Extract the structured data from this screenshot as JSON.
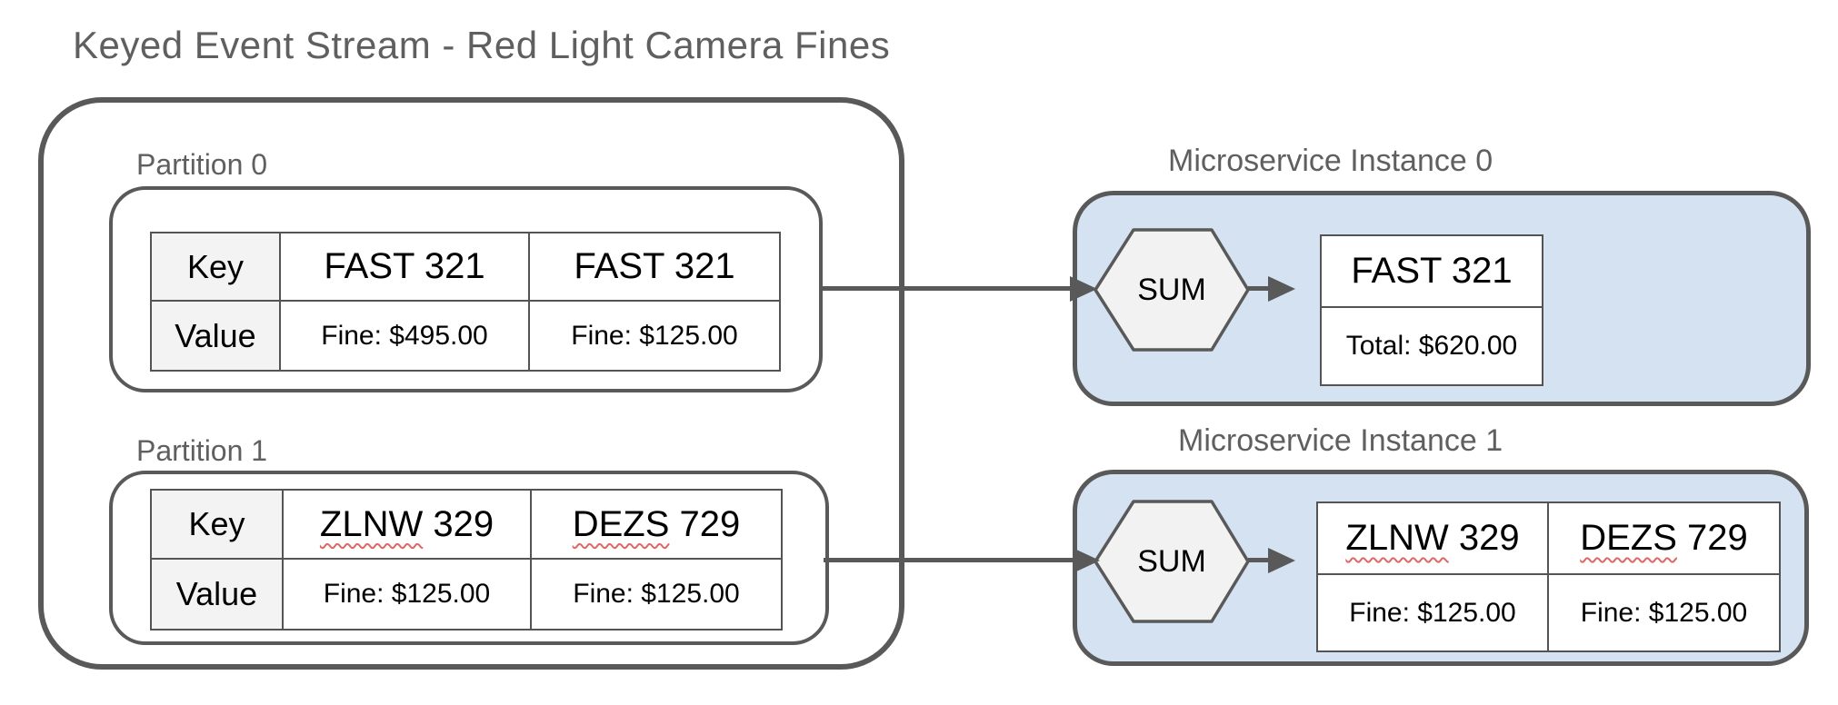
{
  "title": "Keyed Event Stream - Red Light Camera Fines",
  "colors": {
    "instance_fill_blue": "#d5e2f1",
    "border_gray": "#595959",
    "table_header_fill": "#f3f3f3",
    "hexagon_fill": "#f2f2f2",
    "label_gray": "#5f5f5f",
    "spellcheck_red": "#e06666",
    "text_black": "#000000"
  },
  "stream": {
    "partition0": {
      "label": "Partition 0",
      "key_header": "Key",
      "value_header": "Value",
      "events": [
        {
          "key": "FAST 321",
          "value": "Fine: $495.00"
        },
        {
          "key": "FAST 321",
          "value": "Fine: $125.00"
        }
      ]
    },
    "partition1": {
      "label": "Partition 1",
      "key_header": "Key",
      "value_header": "Value",
      "events": [
        {
          "key_word": "ZLNW",
          "key_rest": " 329",
          "value": "Fine: $125.00"
        },
        {
          "key_word": "DEZS",
          "key_rest": " 729",
          "value": "Fine: $125.00"
        }
      ]
    }
  },
  "instances": {
    "instance0": {
      "label": "Microservice Instance 0",
      "operator_label": "SUM",
      "result": {
        "key": "FAST 321",
        "total": "Total: $620.00"
      }
    },
    "instance1": {
      "label": "Microservice Instance 1",
      "operator_label": "SUM",
      "results": [
        {
          "key_word": "ZLNW",
          "key_rest": " 329",
          "value": "Fine: $125.00"
        },
        {
          "key_word": "DEZS",
          "key_rest": " 729",
          "value": "Fine: $125.00"
        }
      ]
    }
  }
}
